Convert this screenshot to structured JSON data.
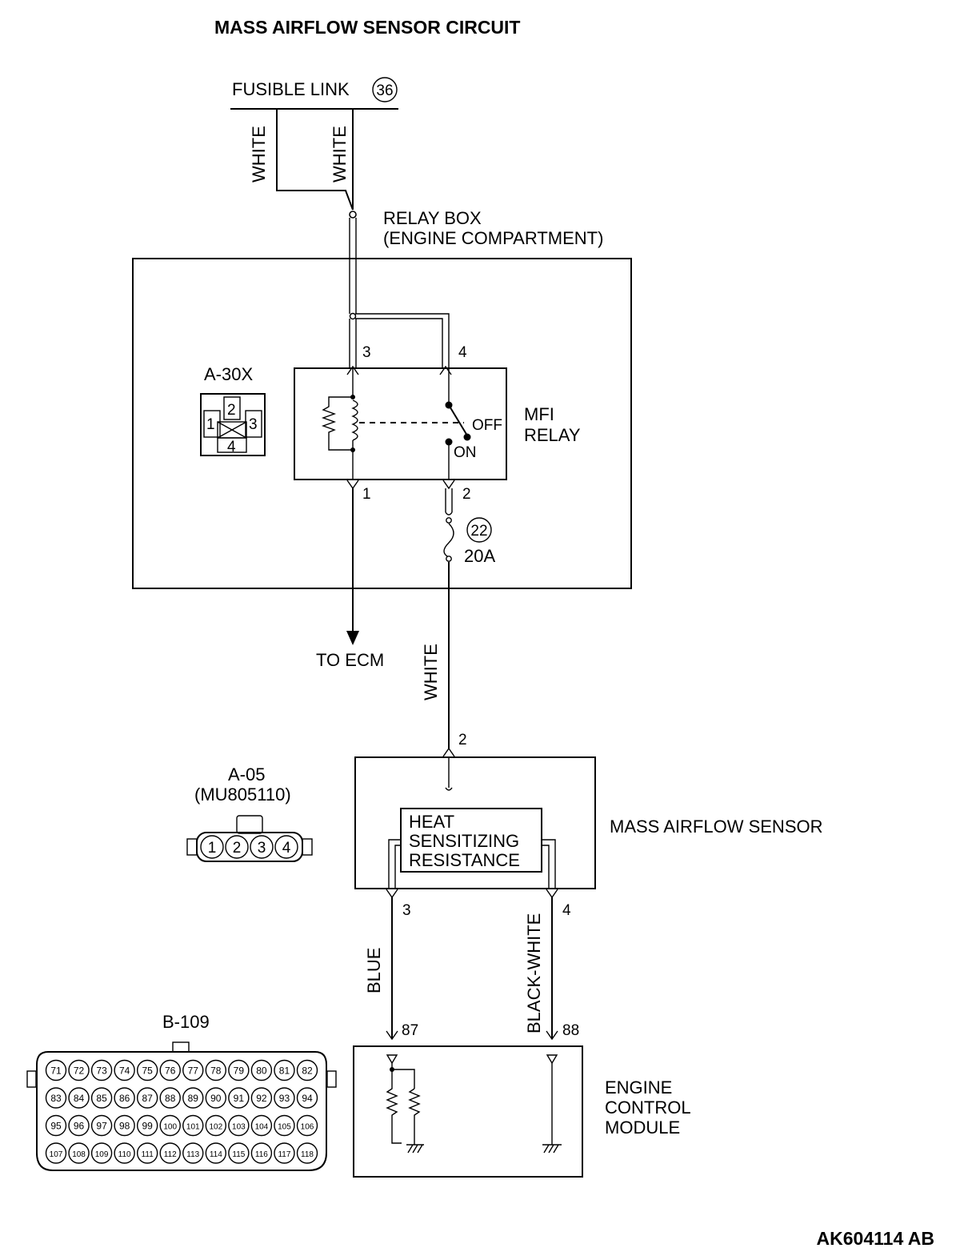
{
  "title": "MASS AIRFLOW SENSOR CIRCUIT",
  "fusible_link": {
    "label": "FUSIBLE LINK",
    "number": "36"
  },
  "wires": {
    "white_left": "WHITE",
    "white_right": "WHITE",
    "white_to_sensor": "WHITE",
    "blue": "BLUE",
    "black_white": "BLACK-WHITE"
  },
  "relay_box": {
    "line1": "RELAY BOX",
    "line2": "(ENGINE COMPARTMENT)"
  },
  "relay": {
    "connector": "A-30X",
    "connector_pins": [
      "1",
      "2",
      "3",
      "4"
    ],
    "name_line1": "MFI",
    "name_line2": "RELAY",
    "pins": {
      "p3": "3",
      "p4": "4",
      "p1": "1",
      "p2": "2"
    },
    "switch_off": "OFF",
    "switch_on": "ON"
  },
  "fuse": {
    "number": "22",
    "rating": "20A"
  },
  "to_ecm": "TO ECM",
  "sensor": {
    "connector": "A-05",
    "part_number": "(MU805110)",
    "connector_pins": [
      "1",
      "2",
      "3",
      "4"
    ],
    "name": "MASS AIRFLOW SENSOR",
    "element_line1": "HEAT",
    "element_line2": "SENSITIZING",
    "element_line3": "RESISTANCE",
    "pins": {
      "p2": "2",
      "p3": "3",
      "p4": "4"
    }
  },
  "ecm": {
    "connector": "B-109",
    "name_line1": "ENGINE",
    "name_line2": "CONTROL",
    "name_line3": "MODULE",
    "pins": {
      "p87": "87",
      "p88": "88"
    },
    "connector_rows": [
      [
        "71",
        "72",
        "73",
        "74",
        "75",
        "76",
        "77",
        "78",
        "79",
        "80",
        "81",
        "82"
      ],
      [
        "83",
        "84",
        "85",
        "86",
        "87",
        "88",
        "89",
        "90",
        "91",
        "92",
        "93",
        "94"
      ],
      [
        "95",
        "96",
        "97",
        "98",
        "99",
        "100",
        "101",
        "102",
        "103",
        "104",
        "105",
        "106"
      ],
      [
        "107",
        "108",
        "109",
        "110",
        "111",
        "112",
        "113",
        "114",
        "115",
        "116",
        "117",
        "118"
      ]
    ]
  },
  "footer_code": "AK604114 AB"
}
